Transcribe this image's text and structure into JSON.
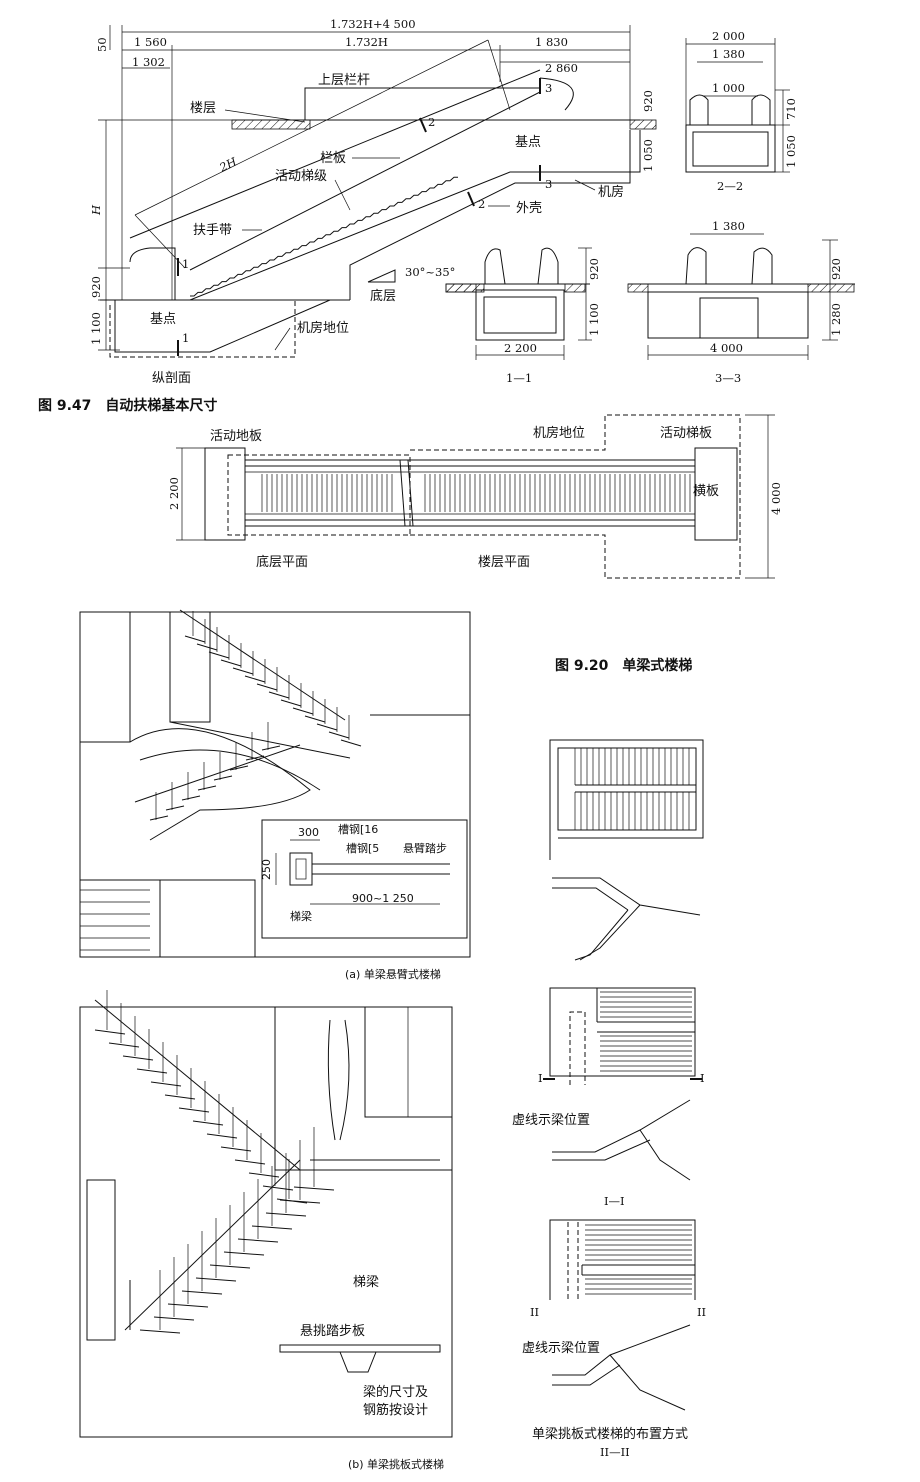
{
  "fig947": {
    "caption": "图 9.47　自动扶梯基本尺寸",
    "section": {
      "dim_total": "1.732H+4 500",
      "dim_50": "50",
      "dim_1560": "1 560",
      "dim_1732h": "1.732H",
      "dim_1830": "1 830",
      "dim_1302": "1 302",
      "dim_2860": "2 860",
      "dim_920_top": "920",
      "dim_1050": "1 050",
      "dim_h": "H",
      "dim_920_bot": "920",
      "dim_1100": "1 100",
      "dim_2h": "2H",
      "angle": "30°~35°",
      "lbl_railing": "上层栏杆",
      "lbl_floor": "楼层",
      "lbl_base_top": "基点",
      "lbl_panel": "栏板",
      "lbl_steps": "活动梯级",
      "lbl_machine": "机房",
      "lbl_handrail": "扶手带",
      "lbl_shell": "外壳",
      "lbl_ground": "底层",
      "lbl_base_bot": "基点",
      "lbl_pit": "机房地位",
      "lbl_view": "纵剖面",
      "cut1a": "1",
      "cut1b": "1",
      "cut2a": "2",
      "cut2b": "2",
      "cut3a": "3",
      "cut3b": "3"
    },
    "sec22": {
      "d2000": "2 000",
      "d1380": "1 380",
      "d1000": "1 000",
      "d710": "710",
      "d1050": "1 050",
      "label": "2—2"
    },
    "sec11": {
      "d920": "920",
      "d1100": "1 100",
      "d2200": "2 200",
      "label": "1—1"
    },
    "sec33": {
      "d1380": "1 380",
      "d920": "920",
      "d1280": "1 280",
      "d4000": "4 000",
      "label": "3—3"
    },
    "plan": {
      "lbl_floorplate_l": "活动地板",
      "lbl_pit": "机房地位",
      "lbl_floorplate_r": "活动梯板",
      "lbl_crossplate": "横板",
      "d2200": "2 200",
      "d4000": "4 000",
      "lbl_ground_plan": "底层平面",
      "lbl_floor_plan": "楼层平面"
    }
  },
  "fig920": {
    "caption": "图 9.20　单梁式楼梯",
    "a": {
      "caption": "(a) 单梁悬臂式楼梯",
      "d300": "300",
      "d250": "250",
      "lbl_ch16": "槽钢[16",
      "lbl_ch5": "槽钢[5",
      "lbl_cant": "悬臂踏步",
      "lbl_beam": "梯梁",
      "d900": "900~1 250"
    },
    "b": {
      "caption": "(b) 单梁挑板式楼梯",
      "lbl_beam": "梯梁",
      "lbl_tread": "悬挑踏步板",
      "lbl_note1": "梁的尺寸及",
      "lbl_note2": "钢筋按设计"
    },
    "right": {
      "lbl_dash1": "虚线示梁位置",
      "cut1_l": "I",
      "cut1_r": "I",
      "sec1": "I—I",
      "lbl_dash2": "虚线示梁位置",
      "cut2_l": "II",
      "cut2_r": "II",
      "lbl_layout": "单梁挑板式楼梯的布置方式",
      "sec2": "II—II"
    }
  }
}
